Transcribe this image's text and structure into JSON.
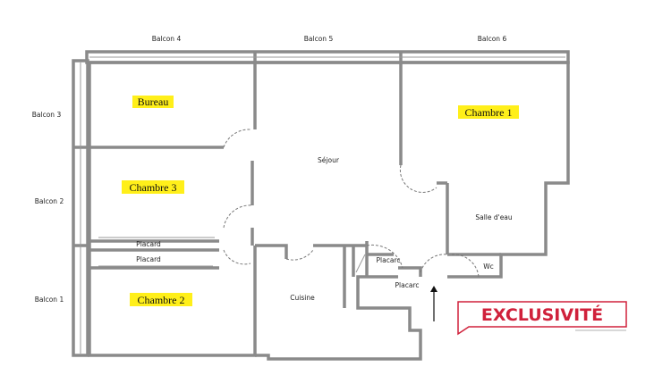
{
  "balconies": [
    "Balcon 4",
    "Balcon 5",
    "Balcon 6",
    "Balcon 3",
    "Balcon 2",
    "Balcon 1"
  ],
  "rooms": {
    "bureau": "Bureau",
    "chambre1": "Chambre 1",
    "chambre3": "Chambre 3",
    "chambre2": "Chambre 2",
    "sejour": "Séjour",
    "salle_eau": "Salle d'eau",
    "wc": "Wc",
    "cuisine": "Cuisine",
    "placard": "Placard",
    "placard_b": "Placarc"
  },
  "logo": {
    "text": "EXCLUSIVITÉ",
    "color": "#d0213b"
  },
  "colors": {
    "highlight": "#ffef1a",
    "wall": "#8a8a8a"
  }
}
